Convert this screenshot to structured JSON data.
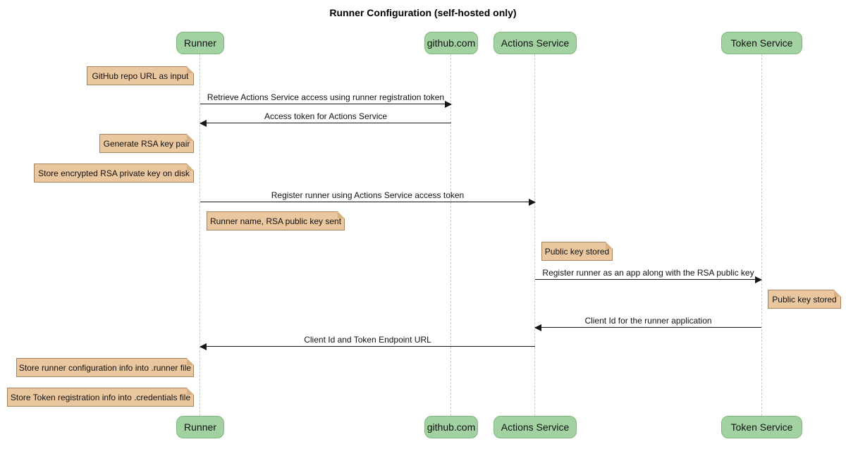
{
  "diagram_type": "sequence",
  "title": "Runner Configuration (self-hosted only)",
  "participants": [
    {
      "name": "Runner"
    },
    {
      "name": "github.com"
    },
    {
      "name": "Actions Service"
    },
    {
      "name": "Token Service"
    }
  ],
  "messages": [
    {
      "from": "Runner",
      "to": "github.com",
      "direction": "right",
      "label": "Retrieve Actions Service access using runner registration token"
    },
    {
      "from": "github.com",
      "to": "Runner",
      "direction": "left",
      "label": "Access token for Actions Service"
    },
    {
      "from": "Runner",
      "to": "Actions Service",
      "direction": "right",
      "label": "Register runner using Actions Service access token"
    },
    {
      "from": "Actions Service",
      "to": "Token Service",
      "direction": "right",
      "label": "Register runner as an app along with the RSA public key"
    },
    {
      "from": "Token Service",
      "to": "Actions Service",
      "direction": "left",
      "label": "Client Id for the runner application"
    },
    {
      "from": "Actions Service",
      "to": "Runner",
      "direction": "left",
      "label": "Client Id and Token Endpoint URL"
    }
  ],
  "notes": [
    {
      "side": "left of Runner",
      "text": "GitHub repo URL as input"
    },
    {
      "side": "left of Runner",
      "text": "Generate RSA key pair"
    },
    {
      "side": "left of Runner",
      "text": "Store encrypted RSA private key on disk"
    },
    {
      "side": "right of Runner",
      "text": "Runner name, RSA public key sent"
    },
    {
      "side": "right of Actions Service",
      "text": "Public key stored"
    },
    {
      "side": "right of Token Service",
      "text": "Public key stored"
    },
    {
      "side": "left of Runner",
      "text": "Store runner configuration info into .runner file"
    },
    {
      "side": "left of Runner",
      "text": "Store Token registration info into .credentials file"
    }
  ],
  "colors": {
    "participant_fill": "#a2d2a2",
    "participant_border": "#7fb77f",
    "note_fill": "#ebc7a0",
    "note_border": "#a4825c",
    "note_fold": "#d8b183",
    "lifeline": "#c9c9c9",
    "arrow": "#161616",
    "background": "#ffffff"
  }
}
